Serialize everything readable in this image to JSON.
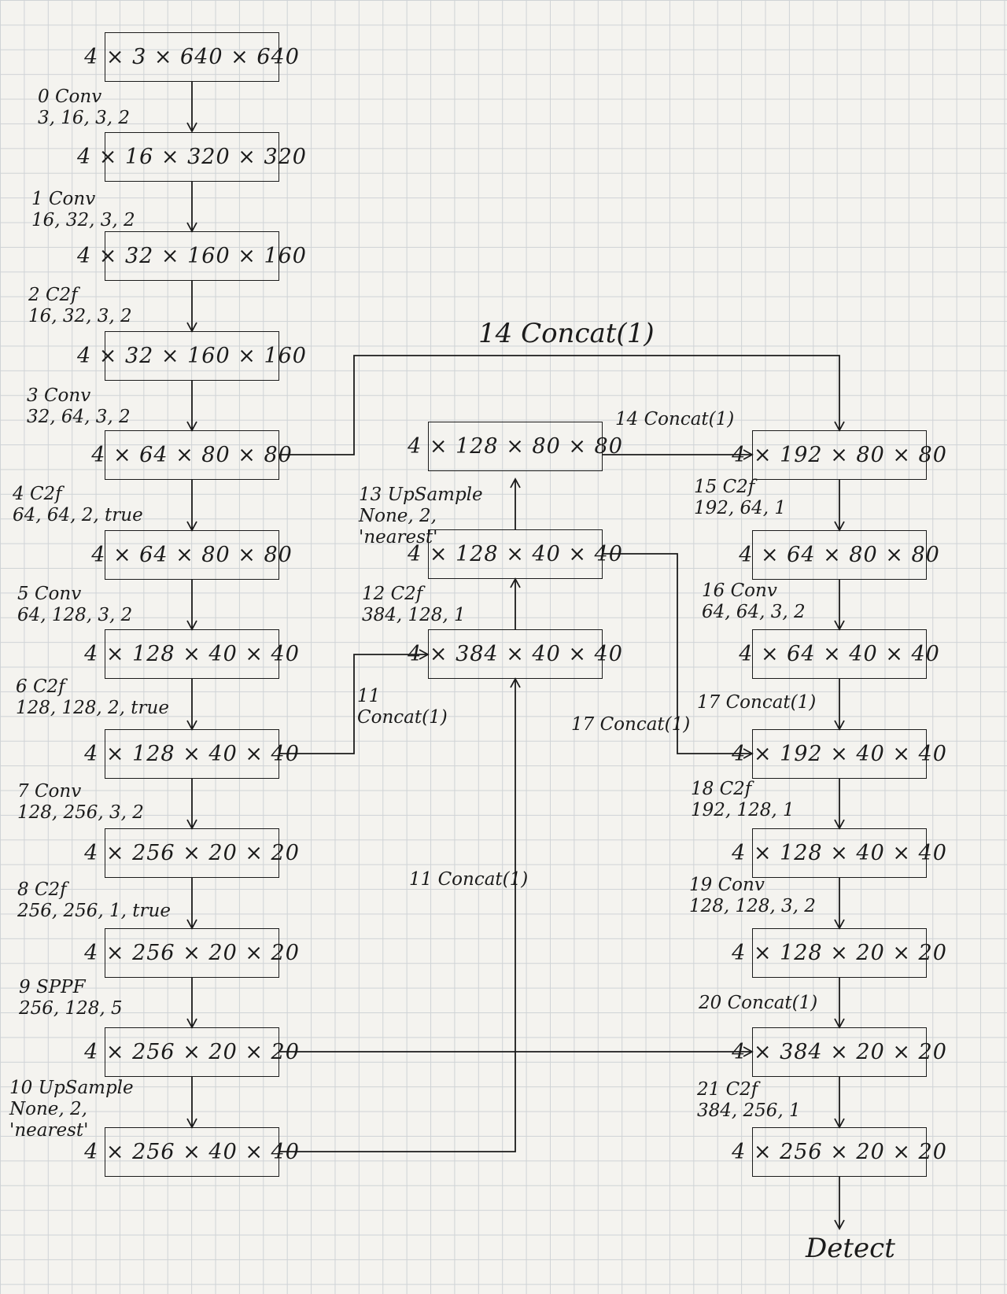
{
  "nodes": {
    "input": "4 × 3 × 640 × 640",
    "b1": "4 × 16 × 320 × 320",
    "b2": "4 × 32 × 160 × 160",
    "b3": "4 × 32 × 160 × 160",
    "b4": "4 × 64 × 80 × 80",
    "b5": "4 × 64 × 80 × 80",
    "b6": "4 × 128 × 40 × 40",
    "b7": "4 × 128 × 40 × 40",
    "b8": "4 × 256 × 20 × 20",
    "b9": "4 × 256 × 20 × 20",
    "b10": "4 × 256 × 20 × 20",
    "b11": "4 × 256 × 40 × 40",
    "m12": "4 × 384 × 40 × 40",
    "m13": "4 × 128 × 40 × 40",
    "m14": "4 × 128 × 80 × 80",
    "r14": "4 × 192 × 80 × 80",
    "r15": "4 × 64 × 80 × 80",
    "r16": "4 × 64 × 40 × 40",
    "r17": "4 × 192 × 40 × 40",
    "r18": "4 × 128 × 40 × 40",
    "r19": "4 × 128 × 20 × 20",
    "r20": "4 × 384 × 20 × 20",
    "r21": "4 × 256 × 20 × 20"
  },
  "labels": {
    "l0": [
      "0 Conv",
      "3, 16, 3, 2"
    ],
    "l1": [
      "1 Conv",
      "16, 32, 3, 2"
    ],
    "l2": [
      "2 C2f",
      "16, 32, 3, 2"
    ],
    "l3": [
      "3 Conv",
      "32, 64, 3, 2"
    ],
    "l4": [
      "4 C2f",
      "64, 64, 2, true"
    ],
    "l5": [
      "5 Conv",
      "64, 128, 3, 2"
    ],
    "l6": [
      "6 C2f",
      "128, 128, 2, true"
    ],
    "l7": [
      "7 Conv",
      "128, 256, 3, 2"
    ],
    "l8": [
      "8 C2f",
      "256, 256, 1, true"
    ],
    "l9": [
      "9 SPPF",
      "256, 128, 5"
    ],
    "l10": [
      "10 UpSample",
      "None, 2,",
      "'nearest'"
    ],
    "l11a": [
      "11",
      "Concat(1)"
    ],
    "l11b": [
      "11 Concat(1)"
    ],
    "l12": [
      "12 C2f",
      "384, 128, 1"
    ],
    "l13": [
      "13 UpSample",
      "None, 2,",
      "'nearest'"
    ],
    "l14top": [
      "14 Concat(1)"
    ],
    "l14mid": [
      "14 Concat(1)"
    ],
    "l15": [
      "15 C2f",
      "192, 64, 1"
    ],
    "l16": [
      "16 Conv",
      "64, 64, 3, 2"
    ],
    "l17a": [
      "17 Concat(1)"
    ],
    "l17b": [
      "17 Concat(1)"
    ],
    "l18": [
      "18 C2f",
      "192, 128, 1"
    ],
    "l19": [
      "19 Conv",
      "128, 128, 3, 2"
    ],
    "l20": [
      "20 Concat(1)"
    ],
    "l21": [
      "21 C2f",
      "384, 256, 1"
    ],
    "detect": [
      "Detect"
    ]
  }
}
